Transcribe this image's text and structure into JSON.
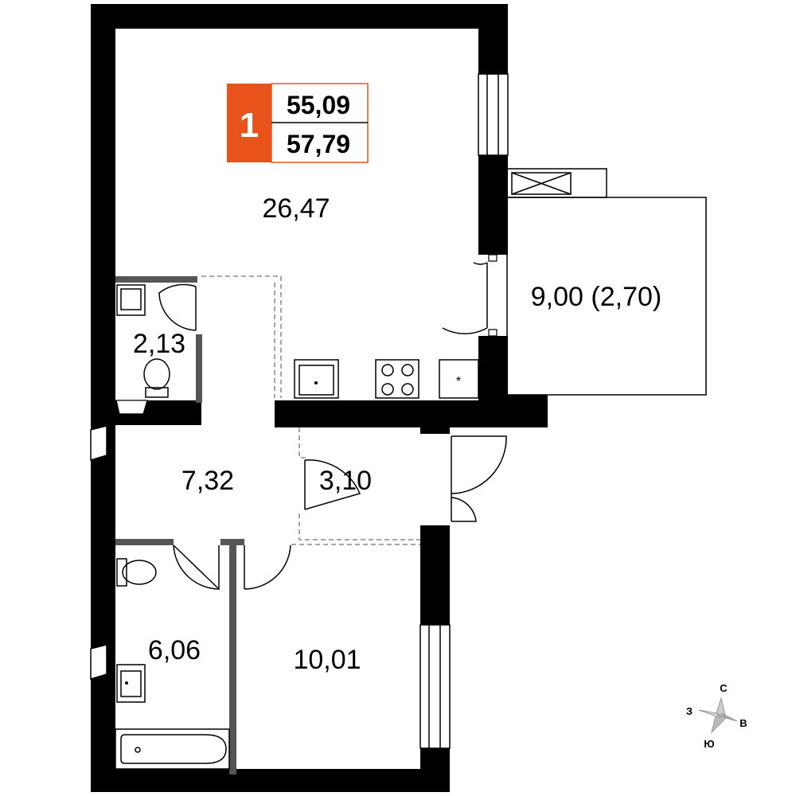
{
  "apartment": {
    "number": "1",
    "living_area": "55,09",
    "total_area": "57,79",
    "accent_color": "#e8531c"
  },
  "rooms": {
    "living_kitchen": "26,47",
    "wc_small": "2,13",
    "hall": "7,32",
    "corridor": "3,10",
    "bathroom": "6,06",
    "bedroom": "10,01",
    "balcony": "9,00 (2,70)"
  },
  "compass": {
    "north": "С",
    "east": "В",
    "south": "Ю",
    "west": "З"
  }
}
